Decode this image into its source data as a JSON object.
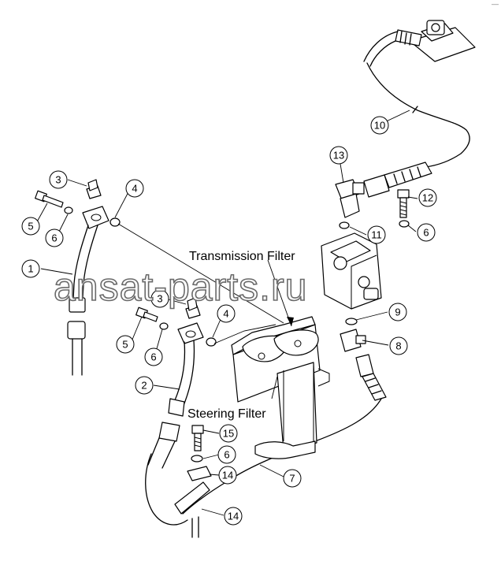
{
  "labels": {
    "transmission_filter": "Transmission Filter",
    "steering_filter": "Steering Filter"
  },
  "watermark": "ansat-parts.ru",
  "corner_mark": "—",
  "callouts": {
    "c1": "1",
    "c2": "2",
    "c3a": "3",
    "c3b": "3",
    "c4a": "4",
    "c4b": "4",
    "c5a": "5",
    "c5b": "5",
    "c6a": "6",
    "c6b": "6",
    "c6c": "6",
    "c6d": "6",
    "c7": "7",
    "c8": "8",
    "c9": "9",
    "c10": "10",
    "c11": "11",
    "c12": "12",
    "c13": "13",
    "c14a": "14",
    "c14b": "14",
    "c15": "15"
  }
}
